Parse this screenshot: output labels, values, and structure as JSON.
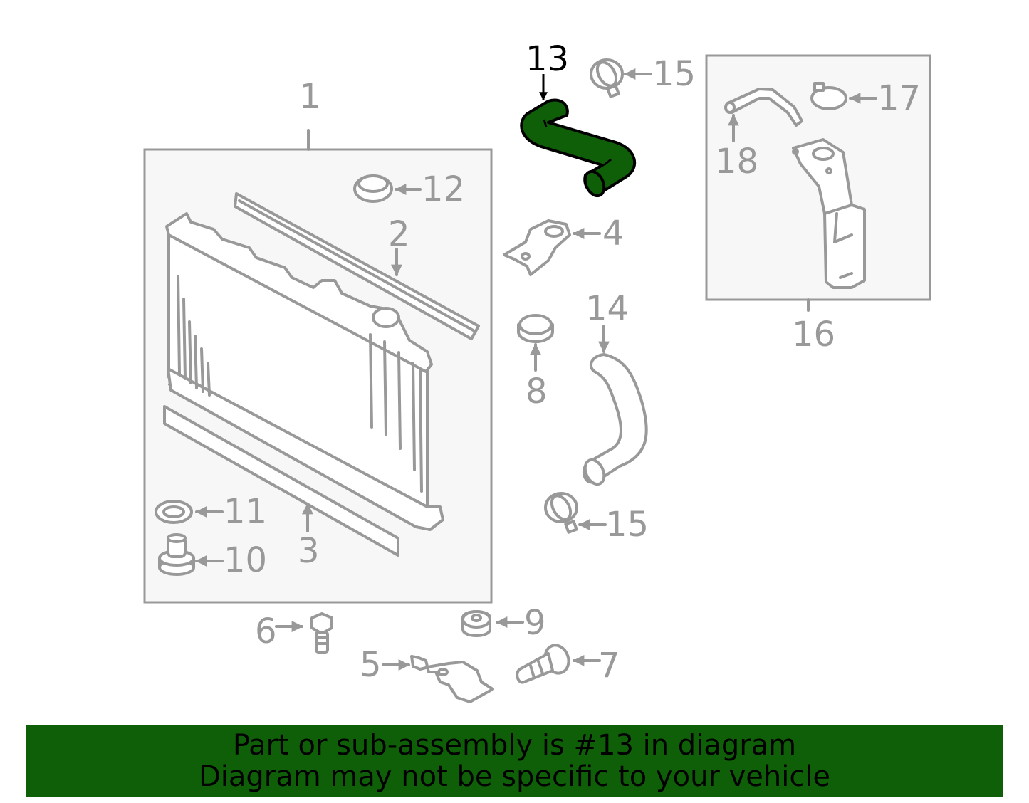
{
  "diagram": {
    "highlighted_part": "13",
    "highlight_color": "#0f5f08",
    "line_color": "#999999",
    "box_fill": "#f7f7f7",
    "callouts": {
      "p1": "1",
      "p2": "2",
      "p3": "3",
      "p4": "4",
      "p5": "5",
      "p6": "6",
      "p7": "7",
      "p8": "8",
      "p9": "9",
      "p10": "10",
      "p11": "11",
      "p12": "12",
      "p13": "13",
      "p14": "14",
      "p15a": "15",
      "p15b": "15",
      "p16": "16",
      "p17": "17",
      "p18": "18"
    }
  },
  "banner": {
    "line1": "Part or sub-assembly is #13 in diagram",
    "line2": "Diagram may not be specific to your vehicle",
    "background": "#0f5f08"
  }
}
